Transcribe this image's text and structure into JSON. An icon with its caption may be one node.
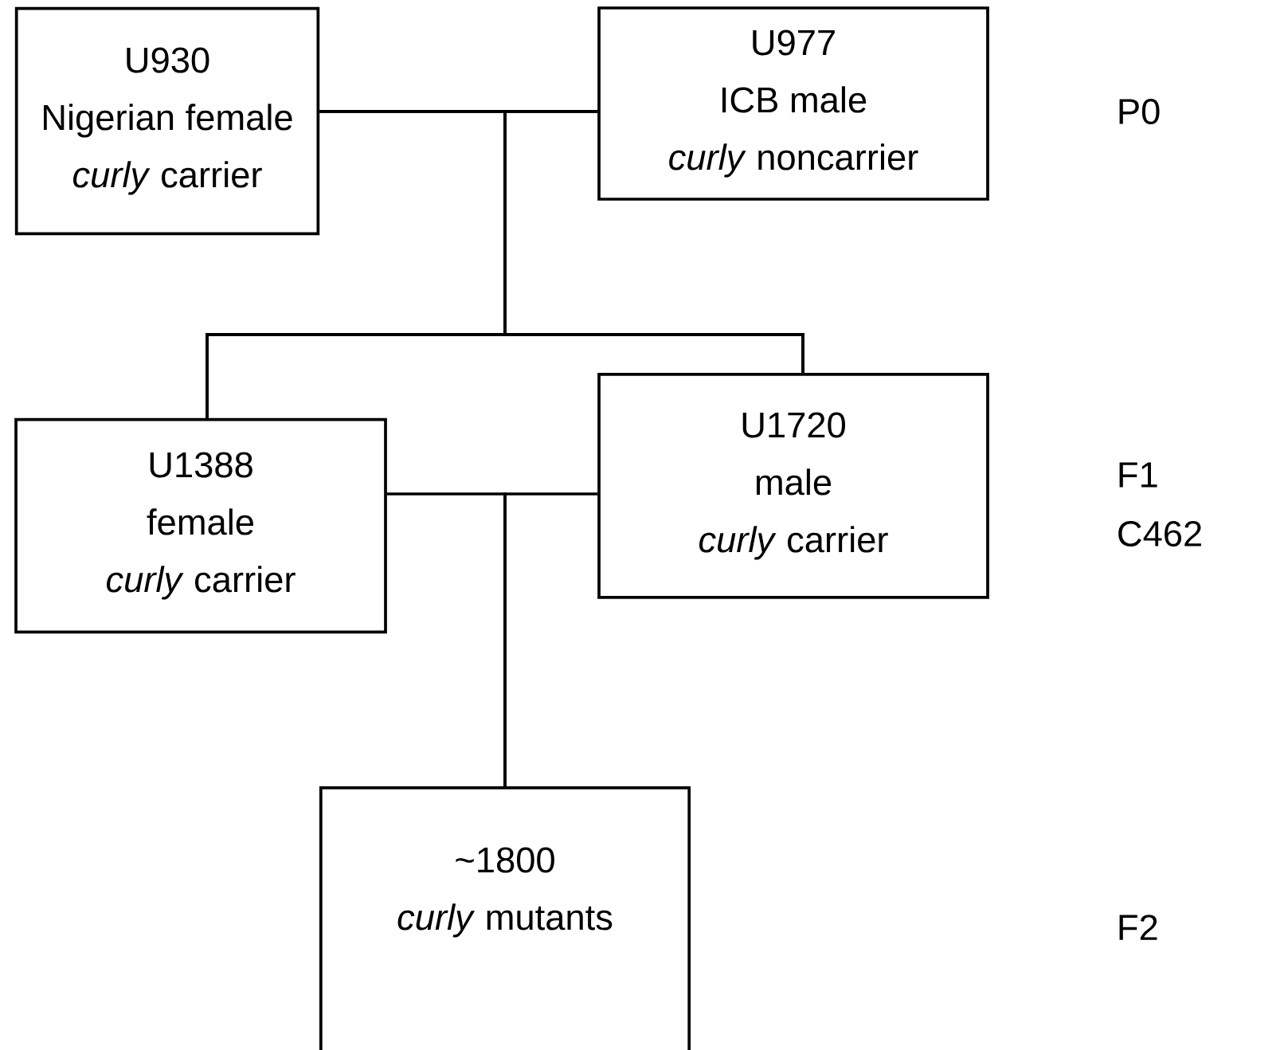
{
  "diagram": {
    "nodes": [
      {
        "text": [
          "U930",
          "Nigerian female",
          "*curly* carrier"
        ]
      },
      {
        "text": [
          "U977",
          "ICB male",
          "*curly* noncarrier"
        ]
      },
      {
        "text": [
          "U1388",
          "female",
          "*curly* carrier"
        ]
      },
      {
        "text": [
          "U1720",
          "male",
          "*curly* carrier"
        ]
      },
      {
        "text": [
          "~1800",
          "*curly* mutants"
        ]
      }
    ],
    "edges": [
      {
        "from": 0,
        "to": 2,
        "arrow": "none"
      },
      {
        "from": 0,
        "to": 3,
        "arrow": "none"
      },
      {
        "from": 1,
        "to": 2,
        "arrow": "none"
      },
      {
        "from": 1,
        "to": 3,
        "arrow": "none"
      },
      {
        "from": 2,
        "to": 4,
        "arrow": "none"
      },
      {
        "from": 3,
        "to": 4,
        "arrow": "none"
      }
    ],
    "labels": [
      "P0",
      "F1",
      "C462",
      "F2"
    ]
  }
}
